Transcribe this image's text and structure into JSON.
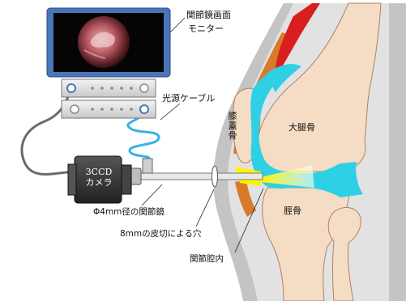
{
  "labels": {
    "monitor_line1": "関節鏡画面",
    "monitor_line2": "モニター",
    "light_cable": "光源ケーブル",
    "patella": [
      "膝",
      "蓋",
      "骨"
    ],
    "femur": "大腿骨",
    "camera_line1": "3CCD",
    "camera_line2": "カメラ",
    "tibia": "脛骨",
    "arthroscope": "Φ4mm径の関節鏡",
    "incision": "8mmの皮切による穴",
    "joint_cavity": "関節腔内"
  },
  "colors": {
    "monitor_frame": "#4a76b8",
    "cable": "#3ab0e6",
    "joint_space": "#2fd0e6",
    "bone": "#f5dcc4",
    "muscle": "#d81e1e",
    "fat": "#d87a2a",
    "skin": "#bdbdbd",
    "camera": "#3a3a3a",
    "light": "#fff200"
  }
}
